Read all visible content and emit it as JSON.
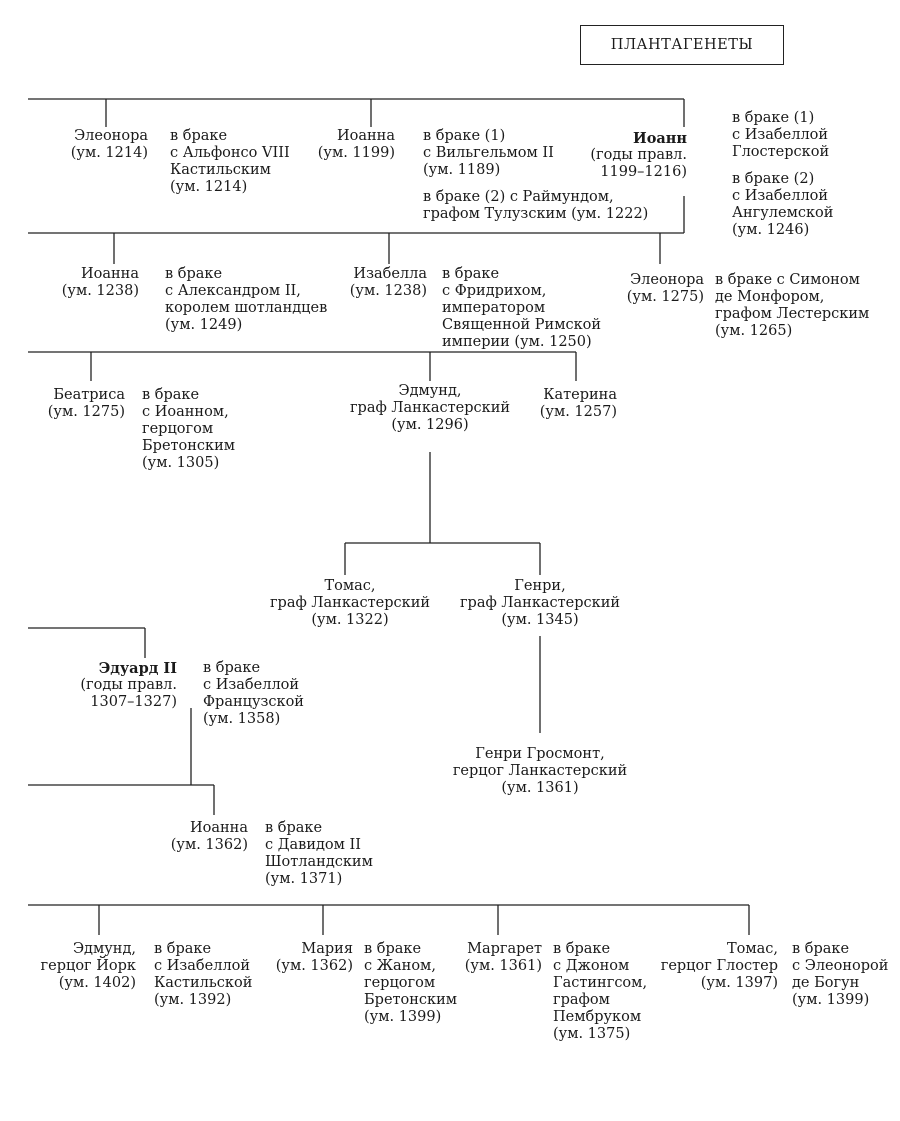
{
  "title": "ПЛАНТАГЕНЕТЫ",
  "gen1": {
    "eleonora": {
      "name": "Элеонора",
      "died": "(ум. 1214)",
      "spouse": "в браке\nс Альфонсо VIII\nКастильским\n(ум. 1214)"
    },
    "ioanna": {
      "name": "Иоанна",
      "died": "(ум. 1199)",
      "spouse1": "в браке (1)\nс Вильгельмом II\n(ум. 1189)",
      "spouse2": "в браке (2) с Раймундом,\nграфом Тулузским (ум. 1222)"
    },
    "ioann": {
      "name": "Иоанн",
      "reign": "(годы правл.\n1199–1216)",
      "spouse1": "в браке (1)\nс Изабеллой\nГлостерской",
      "spouse2": "в браке (2)\nс Изабеллой\nАнгулемской\n(ум. 1246)"
    }
  },
  "gen2": {
    "ioanna": {
      "name": "Иоанна",
      "died": "(ум. 1238)",
      "spouse": "в браке\nс Александром II,\nкоролем шотландцев\n(ум. 1249)"
    },
    "izabella": {
      "name": "Изабелла",
      "died": "(ум. 1238)",
      "spouse": "в браке\nс Фридрихом,\nимператором\nСвященной Римской\nимперии (ум. 1250)"
    },
    "eleonora": {
      "name": "Элеонора",
      "died": "(ум. 1275)",
      "spouse": "в браке с Симоном\nде Монфором,\nграфом Лестерским\n(ум. 1265)"
    }
  },
  "gen3": {
    "beatrisa": {
      "name": "Беатриса",
      "died": "(ум. 1275)",
      "spouse": "в браке\nс Иоанном,\nгерцогом\nБретонским\n(ум. 1305)"
    },
    "edmund": {
      "name": "Эдмунд,\nграф Ланкастерский\n(ум. 1296)"
    },
    "katerina": {
      "name": "Катерина",
      "died": "(ум. 1257)"
    }
  },
  "gen4": {
    "tomas": {
      "name": "Томас,\nграф Ланкастерский\n(ум. 1322)"
    },
    "genri": {
      "name": "Генри,\nграф Ланкастерский\n(ум. 1345)"
    }
  },
  "edward2": {
    "name": "Эдуард II",
    "reign": "(годы правл.\n1307–1327)",
    "spouse": "в браке\nс Изабеллой\nФранцузской\n(ум. 1358)"
  },
  "grosmont": {
    "name": "Генри Гросмонт,\nгерцог Ланкастерский\n(ум. 1361)"
  },
  "gen6": {
    "ioanna": {
      "name": "Иоанна",
      "died": "(ум. 1362)",
      "spouse": "в браке\nс Давидом II\nШотландским\n(ум. 1371)"
    }
  },
  "gen7": {
    "edmund": {
      "name": "Эдмунд,\nгерцог Йорк\n(ум. 1402)",
      "spouse": "в браке\nс Изабеллой\nКастильской\n(ум. 1392)"
    },
    "maria": {
      "name": "Мария\n(ум. 1362)",
      "spouse": "в браке\nс Жаном,\nгерцогом\nБретонским\n(ум. 1399)"
    },
    "margaret": {
      "name": "Маргарет\n(ум. 1361)",
      "spouse": "в браке\nс Джоном\nГастингсом,\nграфом\nПембруком\n(ум. 1375)"
    },
    "tomas": {
      "name": "Томас,\nгерцог Глостер\n(ум. 1397)",
      "spouse": "в браке\nс Элеонорой\nде Богун\n(ум. 1399)"
    }
  }
}
